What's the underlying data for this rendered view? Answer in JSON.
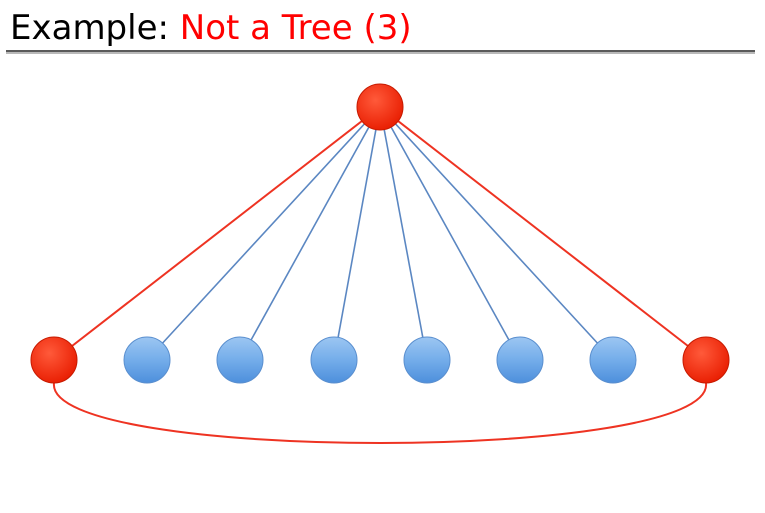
{
  "slide": {
    "title_prefix": "Example: ",
    "title_highlight": "Not a Tree (3)"
  },
  "colors": {
    "title_text": "#000000",
    "title_highlight": "#ff0000",
    "red_node": "#ff2a00",
    "red_edge": "#ee3322",
    "blue_node": "#6aa6e6",
    "blue_edge": "#5b87c2"
  },
  "graph": {
    "nodes": [
      {
        "id": "top",
        "kind": "red"
      },
      {
        "id": "left",
        "kind": "red"
      },
      {
        "id": "b1",
        "kind": "blue"
      },
      {
        "id": "b2",
        "kind": "blue"
      },
      {
        "id": "b3",
        "kind": "blue"
      },
      {
        "id": "b4",
        "kind": "blue"
      },
      {
        "id": "b5",
        "kind": "blue"
      },
      {
        "id": "b6",
        "kind": "blue"
      },
      {
        "id": "right",
        "kind": "red"
      }
    ],
    "edges": [
      {
        "from": "top",
        "to": "left",
        "kind": "red"
      },
      {
        "from": "top",
        "to": "b1",
        "kind": "blue"
      },
      {
        "from": "top",
        "to": "b2",
        "kind": "blue"
      },
      {
        "from": "top",
        "to": "b3",
        "kind": "blue"
      },
      {
        "from": "top",
        "to": "b4",
        "kind": "blue"
      },
      {
        "from": "top",
        "to": "b5",
        "kind": "blue"
      },
      {
        "from": "top",
        "to": "b6",
        "kind": "blue"
      },
      {
        "from": "top",
        "to": "right",
        "kind": "red"
      },
      {
        "from": "left",
        "to": "right",
        "kind": "red",
        "curved": true
      }
    ]
  }
}
